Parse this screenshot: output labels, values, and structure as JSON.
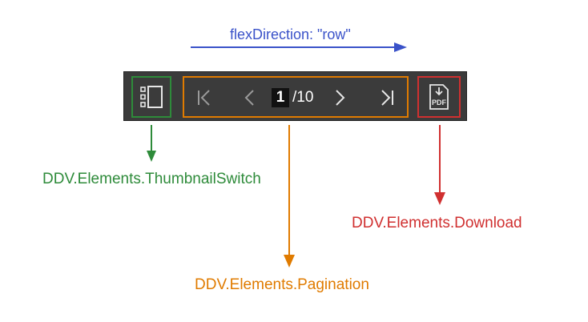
{
  "labels": {
    "flex_direction": "flexDirection: \"row\"",
    "thumbnail_switch": "DDV.Elements.ThumbnailSwitch",
    "pagination": "DDV.Elements.Pagination",
    "download": "DDV.Elements.Download"
  },
  "pagination": {
    "current_page": "1",
    "total_pages": "/10"
  },
  "icons": {
    "thumbnail_switch": "sidebar-thumbnails-icon",
    "first_page": "first-page-icon",
    "prev_page": "chevron-left-icon",
    "next_page": "chevron-right-icon",
    "last_page": "last-page-icon",
    "download": "pdf-download-icon"
  },
  "colors": {
    "flex_direction": "#3a52c9",
    "thumbnail_switch": "#2e8b3a",
    "pagination": "#e07b00",
    "download": "#d03030",
    "toolbar_bg": "#3b3b3b",
    "icon_light": "#e6e6e6",
    "icon_dim": "#9a9a9a"
  }
}
